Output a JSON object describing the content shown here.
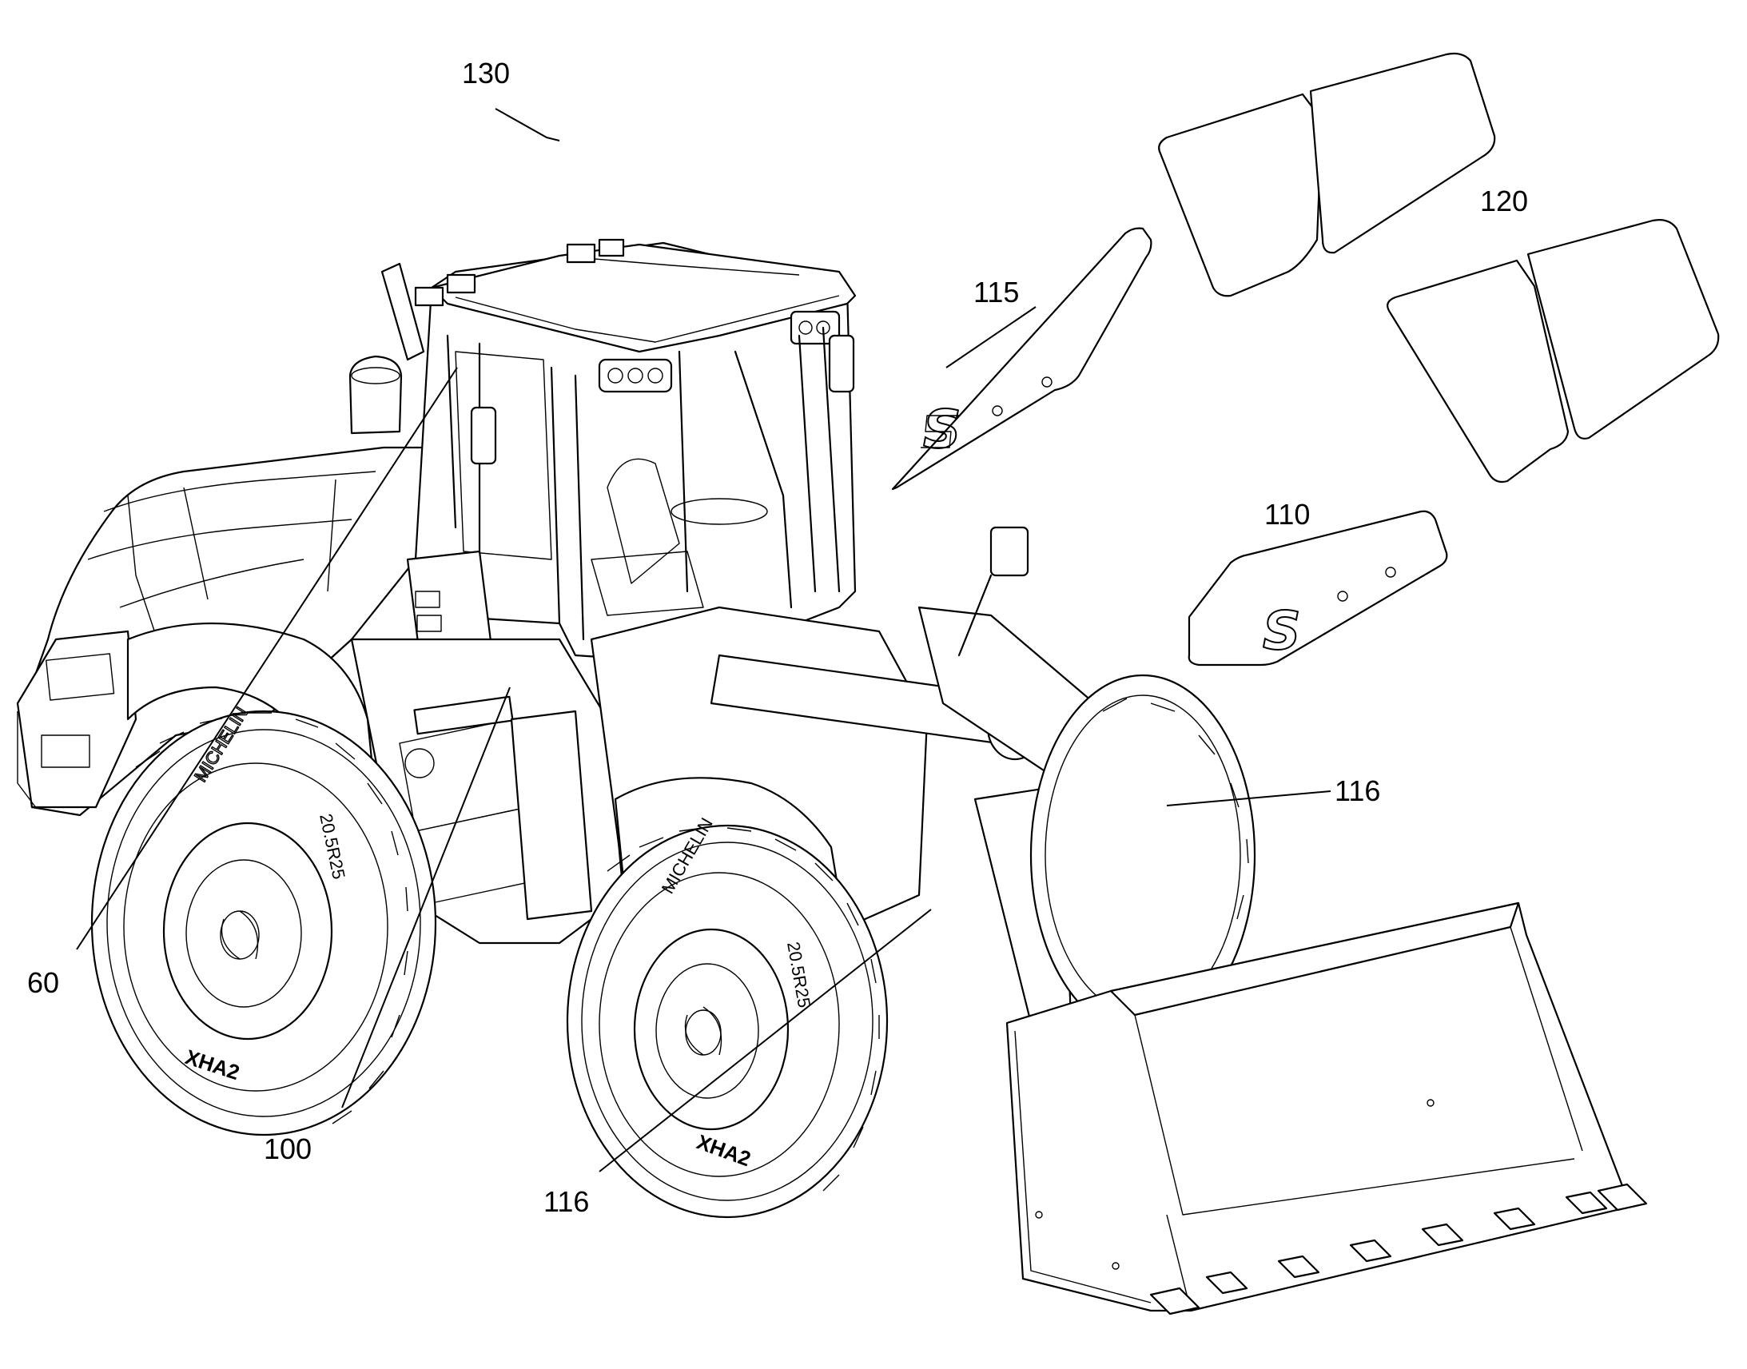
{
  "callouts": [
    {
      "id": "label-130",
      "text": "130"
    },
    {
      "id": "label-115",
      "text": "115"
    },
    {
      "id": "label-120",
      "text": "120"
    },
    {
      "id": "label-110",
      "text": "110"
    },
    {
      "id": "label-116-right",
      "text": "116"
    },
    {
      "id": "label-60",
      "text": "60"
    },
    {
      "id": "label-100",
      "text": "100"
    },
    {
      "id": "label-116-bottom",
      "text": "116"
    }
  ],
  "tire_text": {
    "brand": "MICHELIN",
    "size": "20.5R25",
    "model": "XHA2"
  },
  "decal_logo_letter": "S"
}
